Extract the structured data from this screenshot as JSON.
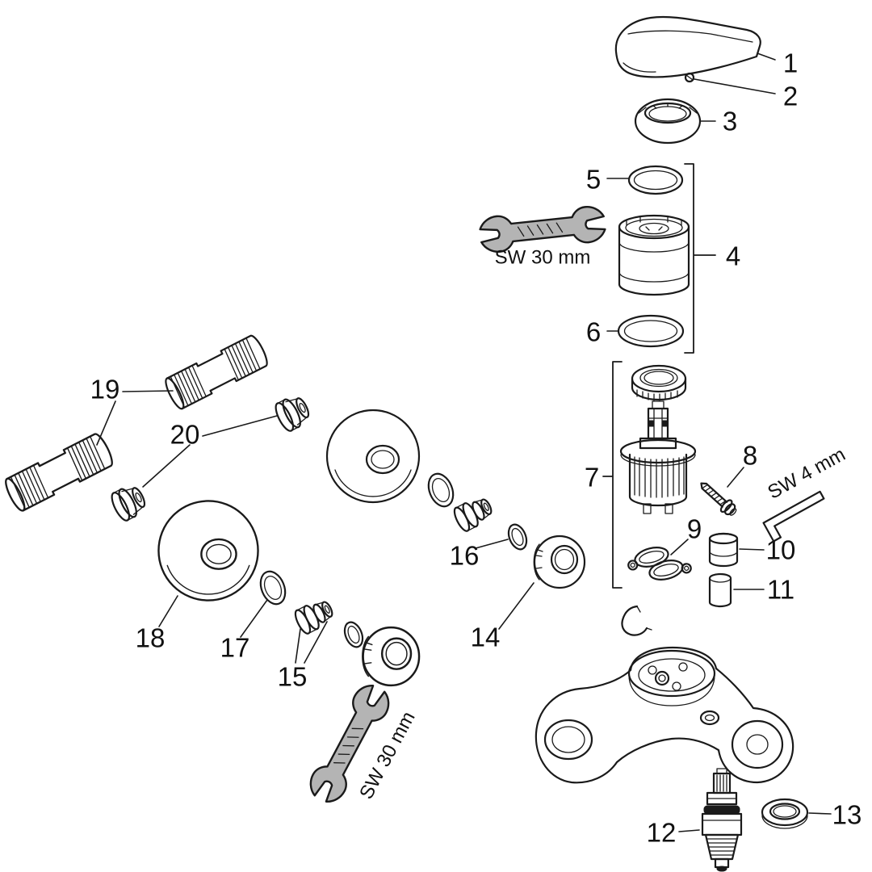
{
  "diagram": {
    "type": "exploded-parts-diagram",
    "part_labels": [
      {
        "text": "1"
      },
      {
        "text": "2"
      },
      {
        "text": "3"
      },
      {
        "text": "4"
      },
      {
        "text": "5"
      },
      {
        "text": "6"
      },
      {
        "text": "7"
      },
      {
        "text": "8"
      },
      {
        "text": "9"
      },
      {
        "text": "10"
      },
      {
        "text": "11"
      },
      {
        "text": "12"
      },
      {
        "text": "13"
      },
      {
        "text": "14"
      },
      {
        "text": "15"
      },
      {
        "text": "16"
      },
      {
        "text": "17"
      },
      {
        "text": "18"
      },
      {
        "text": "19"
      },
      {
        "text": "20"
      }
    ],
    "tool_annotations": [
      {
        "id": "wrench-top",
        "text": "SW 30 mm"
      },
      {
        "id": "allen-key",
        "text": "SW 4 mm"
      },
      {
        "id": "wrench-bottom",
        "text": "SW 30 mm"
      }
    ],
    "colors": {
      "line": "#1a1a1a",
      "tool_fill": "#b4b4b4",
      "background": "#ffffff"
    }
  }
}
